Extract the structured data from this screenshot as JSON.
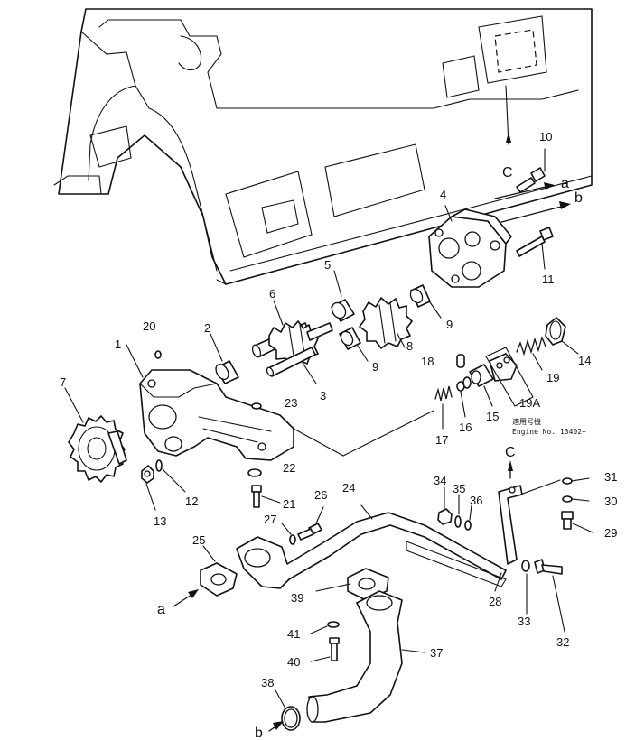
{
  "callouts": {
    "p1": "1",
    "p2": "2",
    "p3": "3",
    "p4": "4",
    "p5": "5",
    "p6": "6",
    "p7": "7",
    "p8": "8",
    "p9a": "9",
    "p9b": "9",
    "p10": "10",
    "p11": "11",
    "p12": "12",
    "p13": "13",
    "p14": "14",
    "p15": "15",
    "p16": "16",
    "p17": "17",
    "p18": "18",
    "p19": "19",
    "p19a": "19A",
    "p20": "20",
    "p21": "21",
    "p22": "22",
    "p23": "23",
    "p24": "24",
    "p25": "25",
    "p26": "26",
    "p27": "27",
    "p28": "28",
    "p29": "29",
    "p30": "30",
    "p31": "31",
    "p32": "32",
    "p33": "33",
    "p34": "34",
    "p35": "35",
    "p36": "36",
    "p37": "37",
    "p38": "38",
    "p39": "39",
    "p40": "40",
    "p41": "41"
  },
  "references": {
    "a_top": "a",
    "b_top": "b",
    "a_bottom": "a",
    "b_bottom": "b",
    "c_top": "C",
    "c_bracket": "C"
  },
  "serial_note": {
    "line1": "適用号機",
    "line2": "Engine No. 13402~"
  }
}
